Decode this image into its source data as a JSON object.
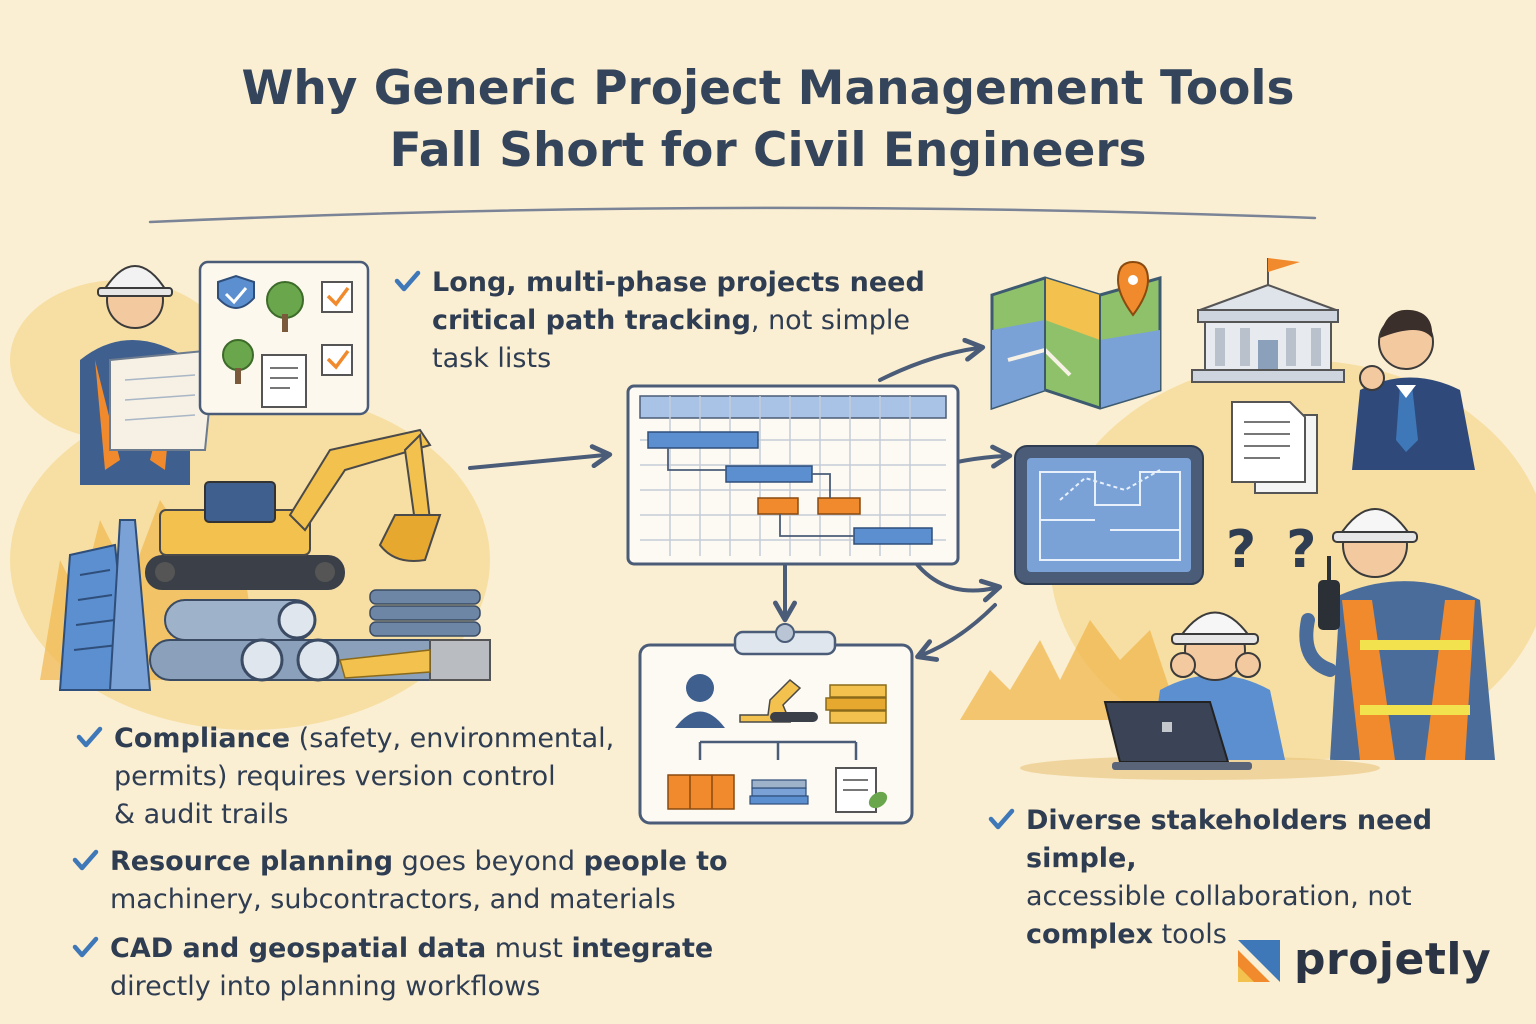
{
  "title": {
    "line1": "Why Generic Project Management Tools",
    "line2": "Fall Short for Civil Engineers"
  },
  "points": [
    {
      "id": "critical-path",
      "lines": [
        [
          {
            "text": "Long, multi-phase projects need",
            "bold": true
          }
        ],
        [
          {
            "text": "critical path tracking",
            "bold": true
          },
          {
            "text": ", not simple",
            "bold": false
          }
        ],
        [
          {
            "text": "task lists",
            "bold": false
          }
        ]
      ]
    },
    {
      "id": "compliance",
      "lines": [
        [
          {
            "text": "Compliance",
            "bold": true
          },
          {
            "text": " (safety, environmental,",
            "bold": false
          }
        ],
        [
          {
            "text": "permits) requires version control",
            "bold": false
          }
        ],
        [
          {
            "text": "& audit trails",
            "bold": false
          }
        ]
      ]
    },
    {
      "id": "resource-planning",
      "lines": [
        [
          {
            "text": "Resource planning",
            "bold": true
          },
          {
            "text": " goes beyond ",
            "bold": false
          },
          {
            "text": "people to",
            "bold": true
          }
        ],
        [
          {
            "text": "machinery, subcontractors, and materials",
            "bold": false
          }
        ]
      ]
    },
    {
      "id": "cad-geospatial",
      "lines": [
        [
          {
            "text": "CAD and geospatial data",
            "bold": true
          },
          {
            "text": " must ",
            "bold": false
          },
          {
            "text": "integrate",
            "bold": true
          }
        ],
        [
          {
            "text": "directly into planning workflows",
            "bold": false
          }
        ]
      ]
    },
    {
      "id": "stakeholders",
      "lines": [
        [
          {
            "text": "Diverse stakeholders need simple,",
            "bold": true
          }
        ],
        [
          {
            "text": "accessible collaboration, not",
            "bold": false
          }
        ],
        [
          {
            "text": "complex",
            "bold": true
          },
          {
            "text": " tools",
            "bold": false
          }
        ]
      ]
    }
  ],
  "question_marks": "? ?",
  "logo": {
    "name": "projetly"
  },
  "colors": {
    "background": "#fbefd3",
    "text": "#2f3d52",
    "check": "#3f78b8",
    "accent_orange": "#f08a2c",
    "accent_blue": "#5b8fd0",
    "accent_yellow": "#f2c14e"
  }
}
